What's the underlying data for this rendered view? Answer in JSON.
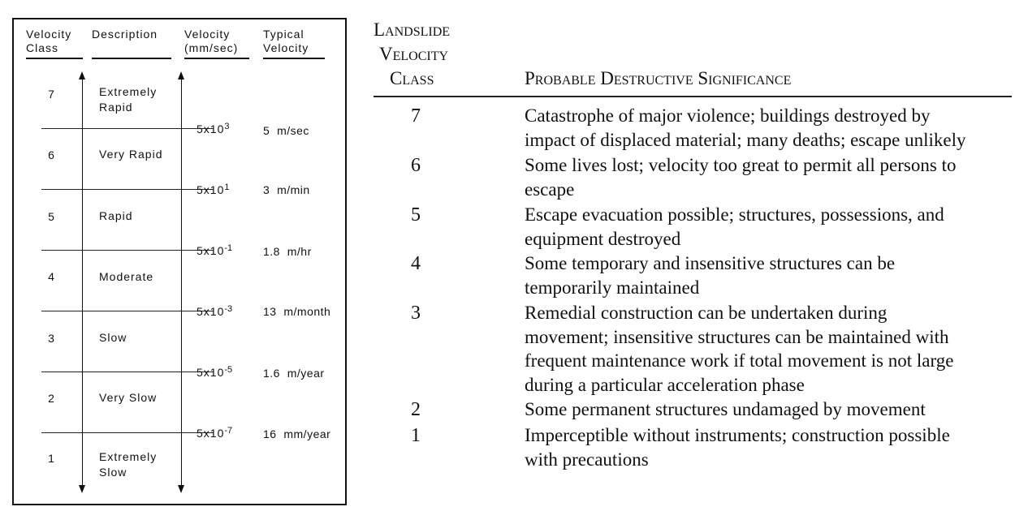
{
  "left_table": {
    "headers": {
      "velocity_class": "Velocity\nClass",
      "description": "Description",
      "velocity": "Velocity\n(mm/sec)",
      "typical_velocity": "Typical\nVelocity"
    },
    "classes": [
      {
        "class": "7",
        "description": "Extremely\nRapid"
      },
      {
        "class": "6",
        "description": "Very  Rapid"
      },
      {
        "class": "5",
        "description": "Rapid"
      },
      {
        "class": "4",
        "description": "Moderate"
      },
      {
        "class": "3",
        "description": "Slow"
      },
      {
        "class": "2",
        "description": "Very  Slow"
      },
      {
        "class": "1",
        "description": "Extremely\nSlow"
      }
    ],
    "thresholds": [
      {
        "base": "5x10",
        "exp": "3",
        "typical": "5  m/sec"
      },
      {
        "base": "5x10",
        "exp": "1",
        "typical": "3  m/min"
      },
      {
        "base": "5x10",
        "exp": "-1",
        "typical": "1.8  m/hr"
      },
      {
        "base": "5x10",
        "exp": "-3",
        "typical": "13  m/month"
      },
      {
        "base": "5x10",
        "exp": "-5",
        "typical": "1.6  m/year"
      },
      {
        "base": "5x10",
        "exp": "-7",
        "typical": "16  mm/year"
      }
    ]
  },
  "right_table": {
    "header_class_lines": [
      "Landslide",
      "Velocity",
      "Class"
    ],
    "header_significance": "Probable Destructive Significance",
    "rows": [
      {
        "class": "7",
        "lines": [
          "Catastrophe of major violence; buildings destroyed by",
          "impact of displaced material;  many deaths; escape unlikely"
        ]
      },
      {
        "class": "6",
        "lines": [
          "Some lives lost; velocity too great to permit all persons to",
          "escape"
        ]
      },
      {
        "class": "5",
        "lines": [
          "Escape evacuation possible;  structures, possessions, and",
          "equipment destroyed"
        ]
      },
      {
        "class": "4",
        "lines": [
          "Some temporary and insensitive structures can be",
          "temporarily maintained"
        ]
      },
      {
        "class": "3",
        "lines": [
          "Remedial construction can be undertaken during",
          "movement; insensitive structures can be maintained with",
          "frequent maintenance work if total movement is not large",
          "during a particular acceleration phase"
        ]
      },
      {
        "class": "2",
        "lines": [
          "Some permanent structures undamaged by movement"
        ]
      },
      {
        "class": "1",
        "lines": [
          "Imperceptible without instruments; construction possible",
          "with precautions"
        ]
      }
    ]
  }
}
